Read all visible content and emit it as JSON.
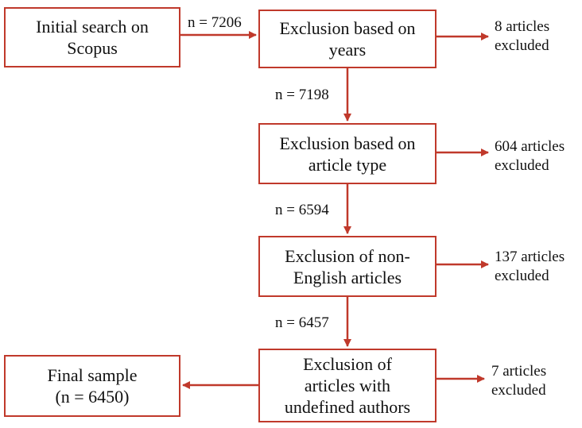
{
  "boxes": {
    "initial": "Initial search on\nScopus",
    "years": "Exclusion based on\nyears",
    "article_type": "Exclusion based on\narticle type",
    "non_english": "Exclusion of non-\nEnglish articles",
    "undefined_authors": "Exclusion of\narticles with\nundefined authors",
    "final": "Final sample\n(n = 6450)"
  },
  "flow_counts": {
    "after_search": "n = 7206",
    "after_years": "n = 7198",
    "after_type": "n = 6594",
    "after_language": "n = 6457"
  },
  "excluded": {
    "years": "8 articles\nexcluded",
    "article_type": "604 articles\nexcluded",
    "non_english": "137 articles\nexcluded",
    "undefined_authors": "7 articles\nexcluded"
  },
  "colors": {
    "accent": "#c0392b"
  }
}
